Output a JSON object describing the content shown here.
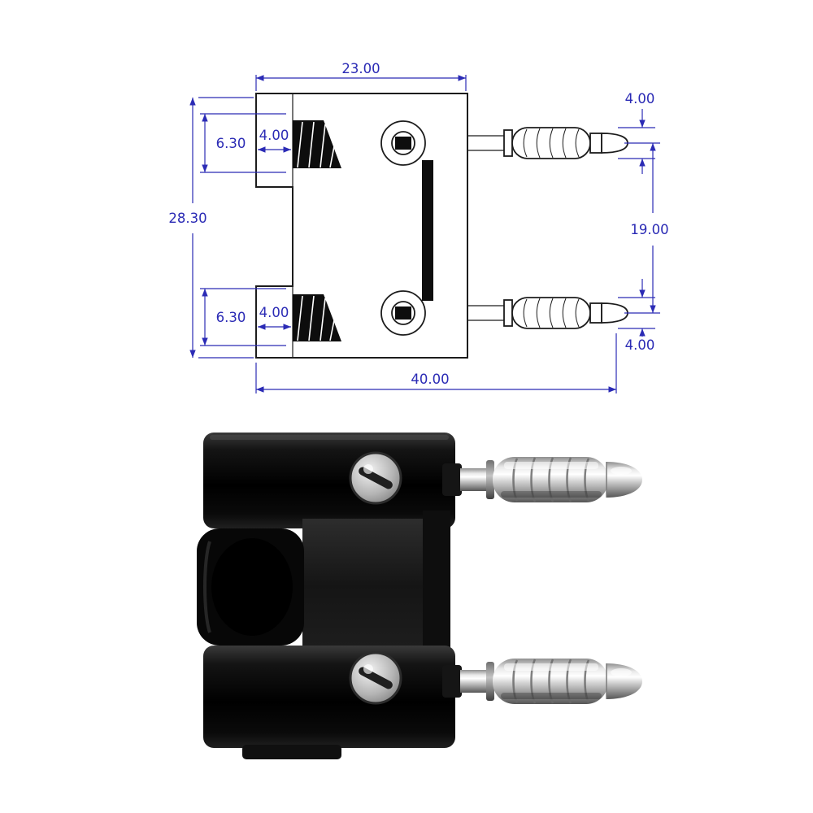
{
  "drawing": {
    "accent_color": "#2b2bb5",
    "outline_color": "#1c1c1c",
    "dims": {
      "top_width": "23.00",
      "overall_height": "28.30",
      "slot_top": "6.30",
      "wall_top": "4.00",
      "slot_bottom": "6.30",
      "wall_bottom": "4.00",
      "overall_length": "40.00",
      "tip_dia_top": "4.00",
      "pin_spacing": "19.00",
      "tip_dia_bottom": "4.00"
    }
  },
  "photo": {
    "body_color": "#0a0a0a",
    "metal_light": "#f2f2f2",
    "metal_dark": "#565656"
  }
}
